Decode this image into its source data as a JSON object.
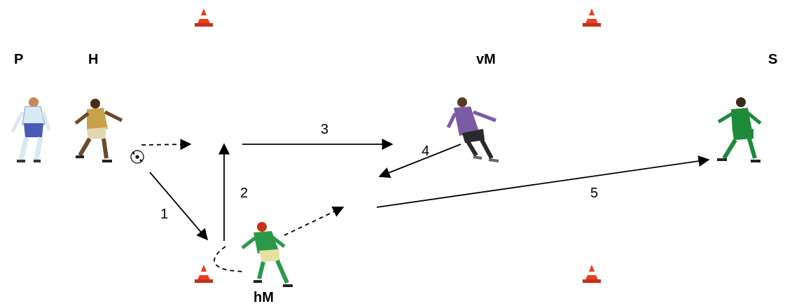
{
  "players": {
    "p": "P",
    "h": "H",
    "vm": "vM",
    "s": "S",
    "hm": "hM"
  },
  "steps": [
    "1",
    "2",
    "3",
    "4",
    "5"
  ],
  "colors": {
    "cone": "#e8401c",
    "cone_stripe": "#ffffff",
    "arrow": "#000000",
    "shirt_p": "#d8e8f4",
    "shirt_h": "#c8a24a",
    "shirt_vm": "#7b5aa6",
    "shirt_s": "#1f8a3a",
    "shirt_hm": "#2a9a48"
  },
  "icons": [
    "traffic-cone-icon",
    "soccer-ball-icon",
    "player-figure-icon"
  ]
}
